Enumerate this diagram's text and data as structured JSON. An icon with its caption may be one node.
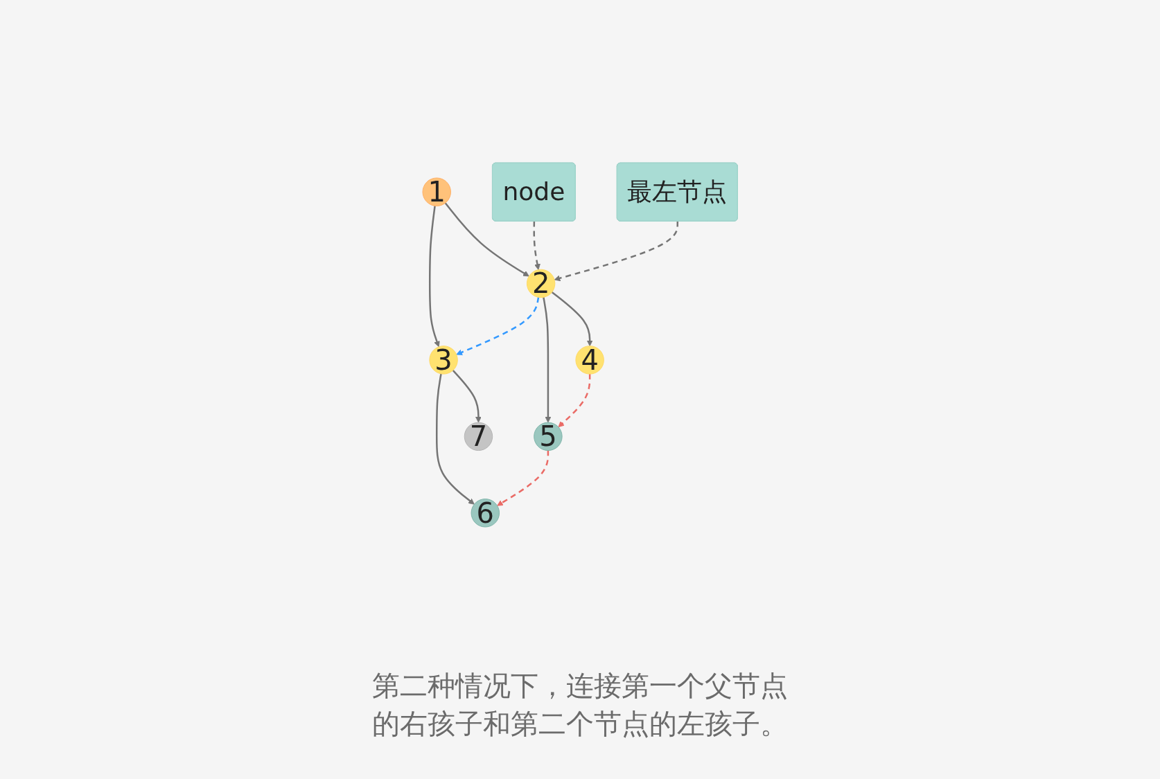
{
  "diagram": {
    "caption": "第二种情况下，连接第一个父节点的右孩子和第二个节点的左孩子。",
    "nodes": [
      {
        "text": [
          "1"
        ]
      },
      {
        "text": [
          "2"
        ]
      },
      {
        "text": [
          "3"
        ]
      },
      {
        "text": [
          "4"
        ]
      },
      {
        "text": [
          "5"
        ]
      },
      {
        "text": [
          "6"
        ]
      },
      {
        "text": [
          "7"
        ]
      },
      {
        "text": [
          "node"
        ]
      },
      {
        "text": [
          "最左节点"
        ]
      }
    ],
    "edges": [
      {
        "from": 0,
        "to": 1,
        "arrow": "to"
      },
      {
        "from": 0,
        "to": 2,
        "arrow": "to"
      },
      {
        "from": 1,
        "to": 3,
        "arrow": "to"
      },
      {
        "from": 1,
        "to": 4,
        "arrow": "to"
      },
      {
        "from": 2,
        "to": 5,
        "arrow": "to"
      },
      {
        "from": 2,
        "to": 6,
        "arrow": "to"
      },
      {
        "from": 7,
        "to": 1,
        "arrow": "to",
        "style": "dashed"
      },
      {
        "from": 8,
        "to": 1,
        "arrow": "to",
        "style": "dashed"
      },
      {
        "from": 1,
        "to": 2,
        "arrow": "to",
        "style": "dashed",
        "color": "#3399ff"
      },
      {
        "from": 3,
        "to": 4,
        "arrow": "to",
        "style": "dashed",
        "color": "#ea6b66"
      },
      {
        "from": 4,
        "to": 5,
        "arrow": "to",
        "style": "dashed",
        "color": "#ea6b66"
      }
    ]
  }
}
